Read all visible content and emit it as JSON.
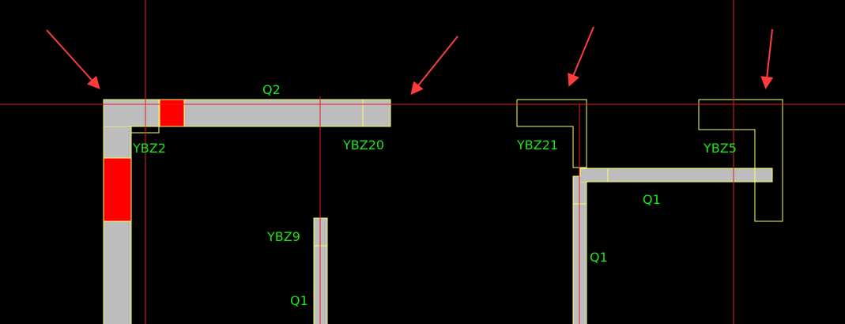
{
  "colors": {
    "background": "#000000",
    "wall_fill": "#bdbdbd",
    "wall_outline": "#ffff66",
    "column_fill": "#ff0000",
    "axis_line": "#e02020",
    "label_text": "#19e619",
    "arrow": "#ff3b3b"
  },
  "labels": {
    "q2": "Q2",
    "ybz2": "YBZ2",
    "ybz20": "YBZ20",
    "ybz9": "YBZ9",
    "q1_left": "Q1",
    "ybz21": "YBZ21",
    "ybz5": "YBZ5",
    "q1_horizontal": "Q1",
    "q1_vertical": "Q1"
  }
}
